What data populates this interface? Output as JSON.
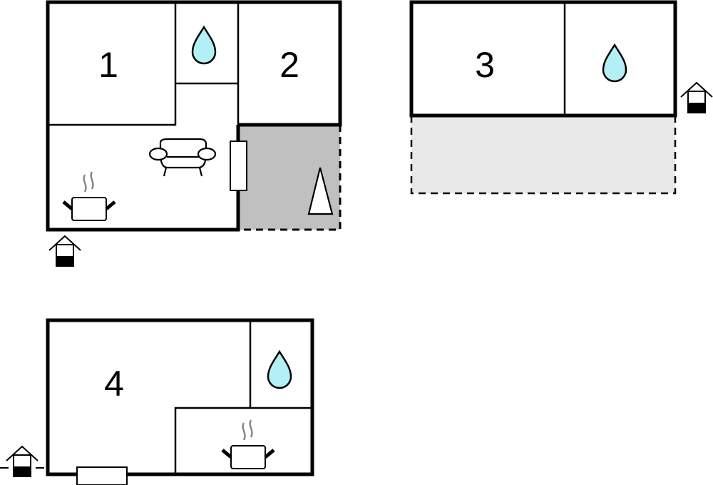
{
  "rooms": [
    {
      "label": "1"
    },
    {
      "label": "2"
    },
    {
      "label": "3"
    },
    {
      "label": "4"
    }
  ],
  "icons": [
    "water-drop-icon",
    "sofa-icon",
    "cooking-pot-icon",
    "tent-icon",
    "entrance-house-icon",
    "door-icon"
  ],
  "colors": {
    "wall": "#000000",
    "water": "#b3f0f5",
    "terrace_dark": "#c0c0c0",
    "terrace_light": "#e8e8e8",
    "steam": "#888888"
  }
}
